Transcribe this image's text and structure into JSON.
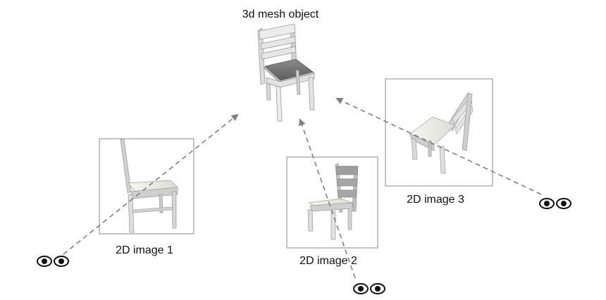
{
  "title": "3d mesh object",
  "images": [
    {
      "label": "2D image 1"
    },
    {
      "label": "2D image 2"
    },
    {
      "label": "2D image 3"
    }
  ],
  "colors": {
    "arrow": "#808080",
    "frame": "#8a8a8a",
    "chair_light": "#e9e9e9",
    "chair_mid": "#cfcfcf",
    "chair_dark": "#a9a9a9",
    "seat_dark": "#6e6e6e",
    "eye": "#111111"
  },
  "icons": [
    "eyes-icon",
    "eyes-icon",
    "eyes-icon"
  ]
}
